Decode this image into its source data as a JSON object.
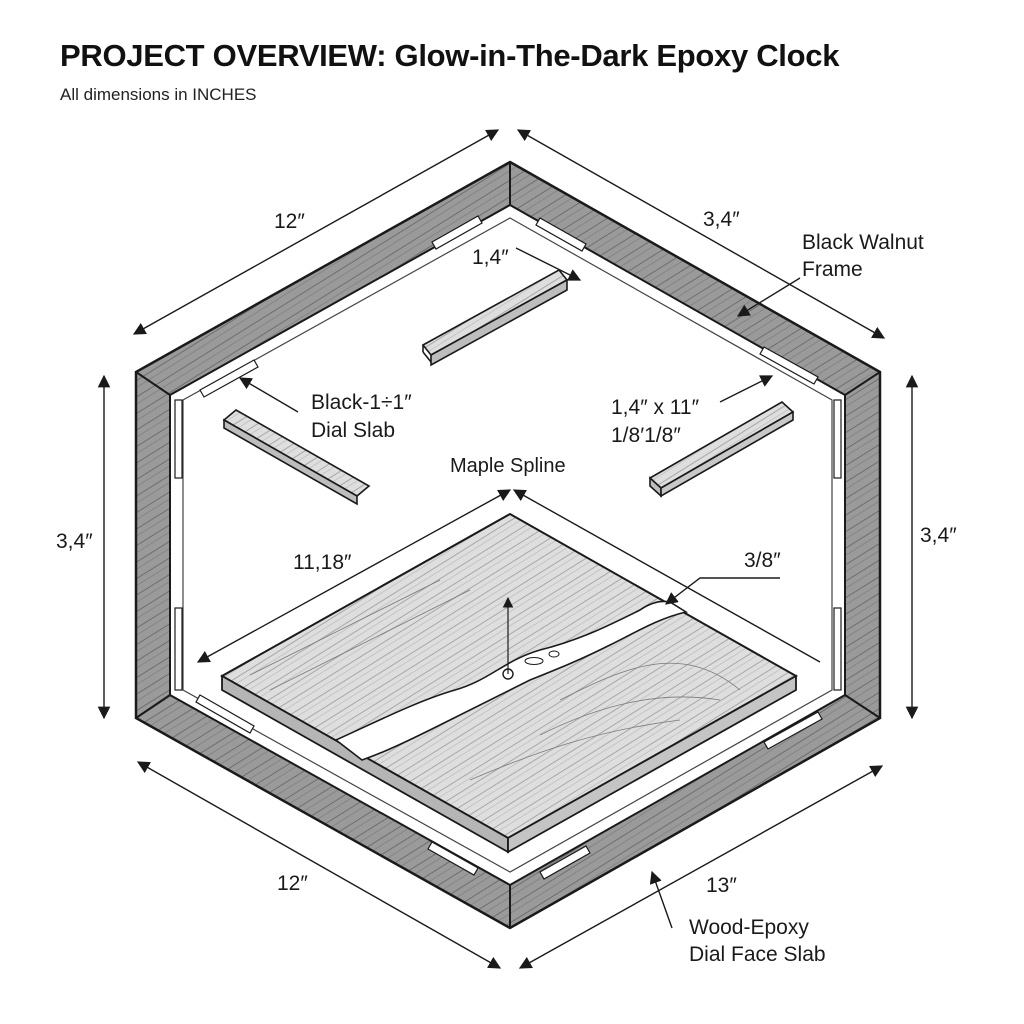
{
  "title": "PROJECT OVERVIEW: Glow-in-The-Dark Epoxy Clock",
  "subtitle": "All dimensions in INCHES",
  "dimensions": {
    "top_left": "12″",
    "top_right": "3,4″",
    "left": "3,4″",
    "right": "3,4″",
    "bottom_left": "12″",
    "bottom_right": "13″",
    "spline_top": "1,4″",
    "slab_width": "11,18″",
    "slab_thickness": "3/8″"
  },
  "callouts": {
    "frame": [
      "Black Walnut",
      "Frame"
    ],
    "left_spline": [
      "Black-1÷1″",
      "Dial Slab"
    ],
    "right_spline": [
      "1,4″  x  11″",
      "1/8′1/8″"
    ],
    "maple_spline": "Maple Spline",
    "dial_face": [
      "Wood-Epoxy",
      "Dial Face Slab"
    ]
  },
  "colors": {
    "frame_face": "#8a8a8a",
    "frame_dark": "#5e5e5e",
    "wood_light": "#d6d6d6",
    "ink": "#1a1a1a"
  }
}
